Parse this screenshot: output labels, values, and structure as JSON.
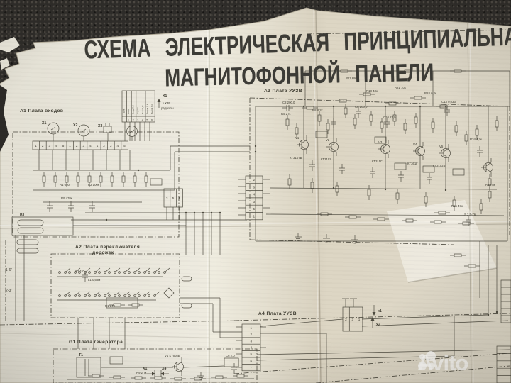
{
  "title": {
    "line1": "СХЕМА ЭЛЕКТРИЧЕСКАЯ ПРИНЦИПИАЛЬНАЯ",
    "line2": "МАГНИТОФОННОЙ ПАНЕЛИ"
  },
  "watermark": {
    "text": "Avito"
  },
  "boards": {
    "a1": "А1  Плата входов",
    "a2_1": "А2  Плата переключателя",
    "a2_2": "дорожек",
    "a3": "А3  Плата УУЗВ",
    "a4": "А4  Плата УУЗВ",
    "g1": "G1  Плата генератора"
  },
  "table": {
    "header": "Цепь",
    "cols": [
      "Сеть",
      "Вход Л.К",
      "Корпус",
      "Выход Н.",
      "Выход Л.К",
      "Выход П.К"
    ],
    "nums": [
      "1",
      "2",
      "3",
      "4",
      "5",
      "6"
    ],
    "x_label": "Х1",
    "note1": "к Х3В",
    "note2": "радиолы"
  },
  "strips": {
    "a1": [
      "1",
      "2",
      "3",
      "4",
      "5",
      "1",
      "2",
      "3",
      "4",
      "1",
      "2",
      "3",
      "4",
      "5"
    ],
    "a3": [
      "2",
      "6",
      "4",
      "3",
      "5",
      "1"
    ],
    "mid": [
      "3",
      "5",
      "1"
    ],
    "a4": [
      "1",
      "2",
      "3",
      "4",
      "5",
      "6",
      "7"
    ],
    "a4_block": [
      "2",
      "3",
      "1"
    ]
  },
  "connectors": {
    "x1": "Х1",
    "x2": "Х2",
    "x3": "Х3",
    "b1": "В1",
    "t1": "Т1",
    "g1_x1": "Х1",
    "g1_x4": "Х4",
    "a4_x1": "х1",
    "a4_x2": "х2"
  },
  "margins": {
    "m1": "1-6\"",
    "m2": "2-3\""
  },
  "ann": {
    "v1": "V1",
    "v1t": "КТ3107В",
    "v2": "V2",
    "v2t": "КТ3102",
    "v3": "V3",
    "v3t": "КТ315Г",
    "v4": "V4",
    "v4t": "КТ361Г",
    "v5": "V5",
    "v5t": "КТ3102Б",
    "r5": "R5 27к",
    "r8": "R8 8,2к",
    "r11": "R11 680",
    "r18": "R18 43к",
    "r21": "R21 10к",
    "r24": "R24 6,2к",
    "r34": "R34 4,7к",
    "r55": "R55 47к",
    "r58": "R58 5к",
    "c2": "С2 200,0",
    "c8": "С8 200,0",
    "c10": "С10 22,0",
    "c13": "С13 0,033",
    "l5": "L5 2,5-7в",
    "a1r1": "R1 680",
    "a1r2": "R2 100к",
    "a1r9": "R9 470к",
    "a2l1": "L1 0,68м",
    "a2c1": "С1 1,0",
    "a2r1": "R1 240",
    "g1v1": "V1 КТ608Б",
    "g1r9": "R9 2,7к",
    "g1c6": "С6 2,0"
  },
  "colors": {
    "paper": "#e9e6db",
    "paper_shadowed": "#d9d2c0",
    "carpet": "#2e2c29",
    "ink": "#4d4a3f",
    "watermark": "#fafafa"
  }
}
